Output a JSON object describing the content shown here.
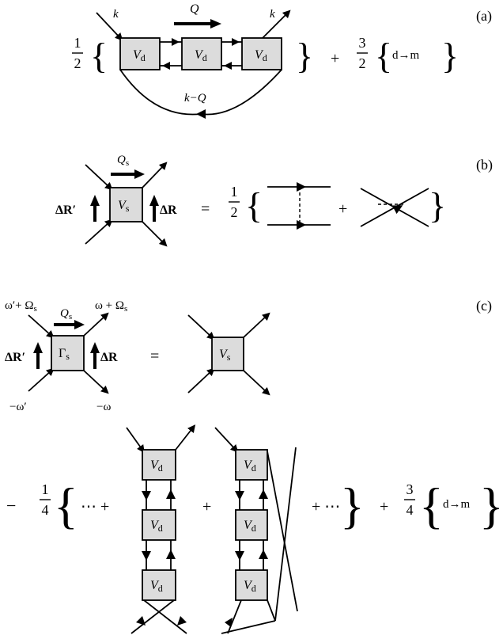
{
  "panel_a": {
    "tag": "(a)",
    "k_left": "k",
    "k_right": "k",
    "Q": "Q",
    "kQ": "k−Q",
    "vertex": "V",
    "vertex_sub": "d",
    "coef1_num": "1",
    "coef1_den": "2",
    "coef2_num": "3",
    "coef2_den": "2",
    "plus": "+",
    "replace": "d→m"
  },
  "panel_b": {
    "tag": "(b)",
    "Qs": "Q",
    "Qs_sub": "s",
    "vertex": "V",
    "vertex_sub": "s",
    "dR_prime": "ΔR′",
    "dR": "ΔR",
    "equals": "=",
    "coef_num": "1",
    "coef_den": "2",
    "plus": "+"
  },
  "panel_c": {
    "tag": "(c)",
    "omega_p_plus": "ω′+ Ω",
    "omega_p_plus_sub": "s",
    "omega_plus": "ω + Ω",
    "omega_plus_sub": "s",
    "minus_omega_p": "−ω′",
    "minus_omega": "−ω",
    "Qs": "Q",
    "Qs_sub": "s",
    "gamma": "Γ",
    "gamma_sub": "s",
    "dR_prime": "ΔR′",
    "dR": "ΔR",
    "equals": "=",
    "vertex_s": "V",
    "vertex_s_sub": "s",
    "minus": "−",
    "coef1_num": "1",
    "coef1_den": "4",
    "dots": "⋯ +",
    "plus_mid": "+",
    "plus_dots": "+ ⋯",
    "plus_end": "+",
    "coef2_num": "3",
    "coef2_den": "4",
    "vertex_d": "V",
    "vertex_d_sub": "d",
    "replace": "d→m"
  }
}
